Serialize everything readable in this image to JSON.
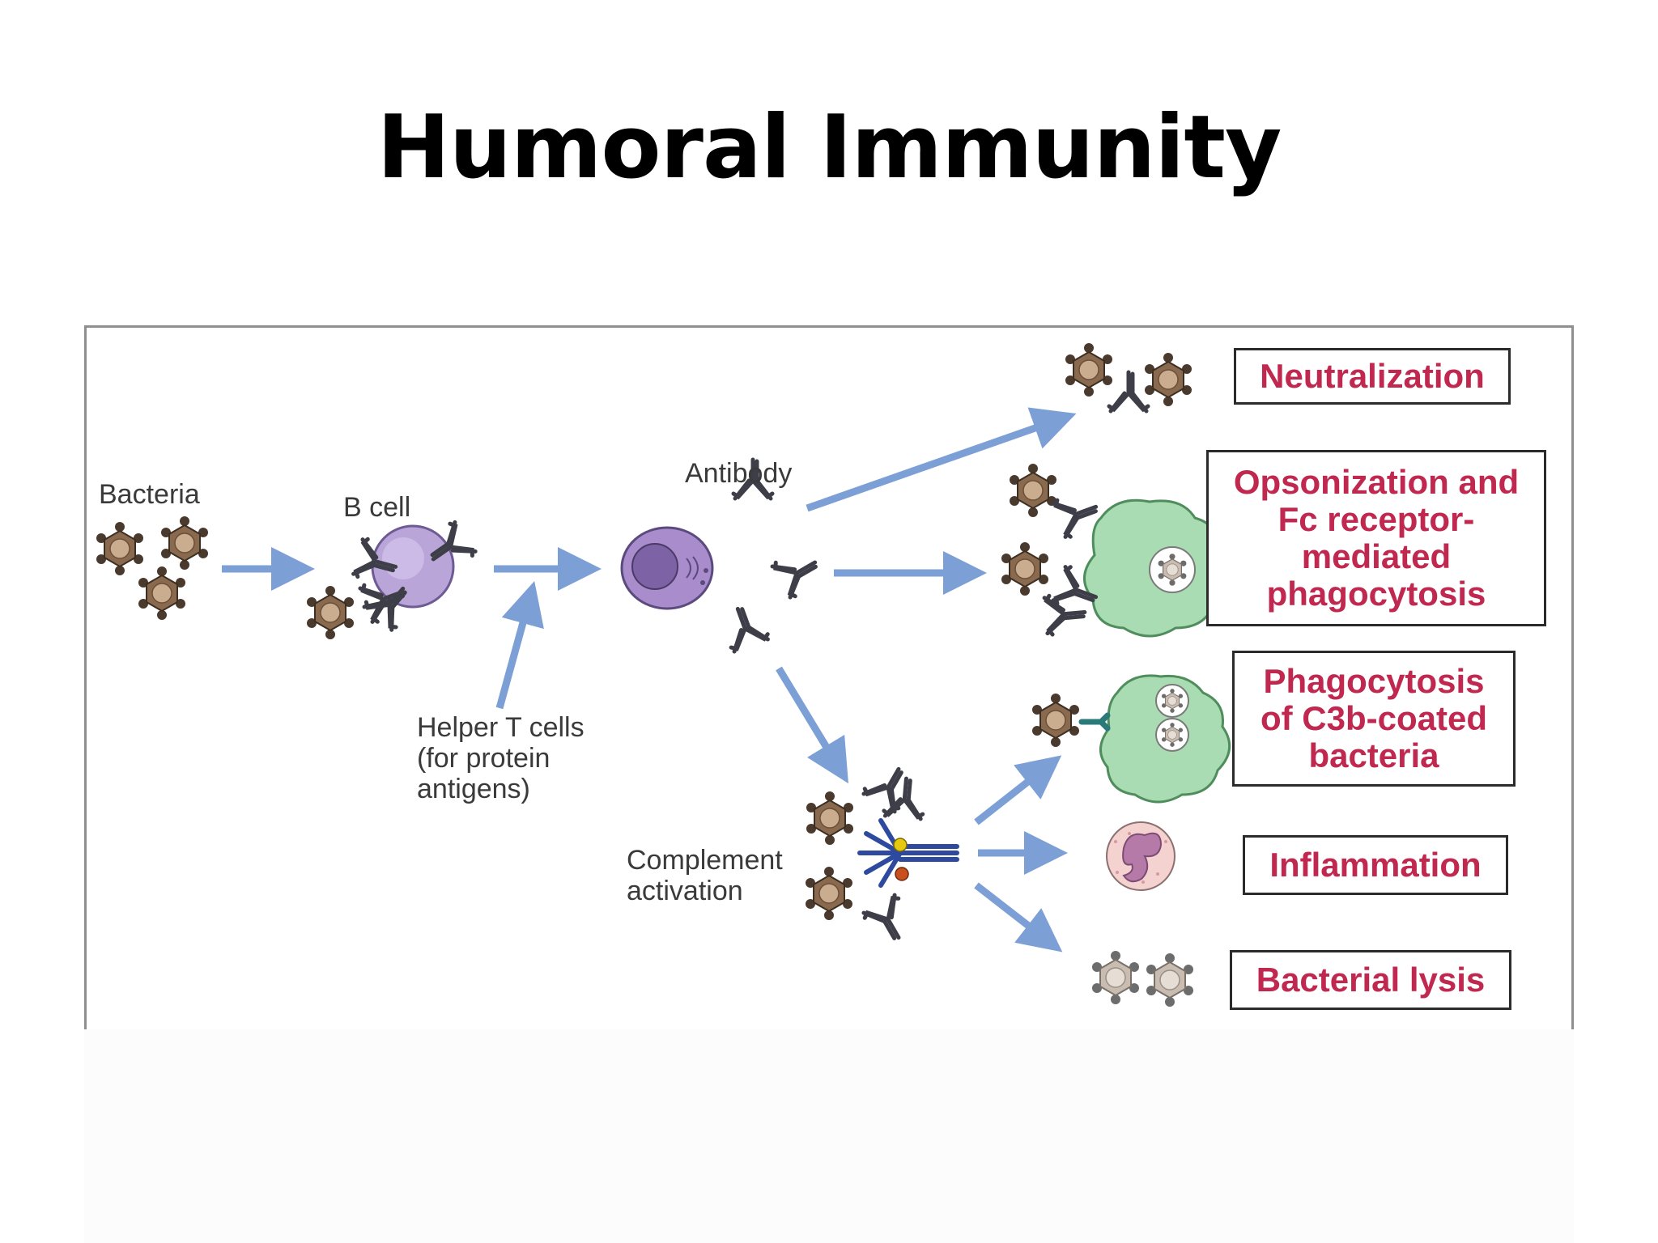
{
  "title": "Humoral Immunity",
  "labels": {
    "bacteria": "Bacteria",
    "b_cell": "B cell",
    "antibody": "Antibody",
    "helper_t": [
      "Helper T cells",
      "(for protein",
      "antigens)"
    ],
    "complement": [
      "Complement",
      "activation"
    ]
  },
  "outcomes": [
    {
      "key": "neutralization",
      "lines": [
        "Neutralization"
      ]
    },
    {
      "key": "opsonization",
      "lines": [
        "Opsonization and",
        "Fc receptor-",
        "mediated",
        "phagocytosis"
      ]
    },
    {
      "key": "phagocytosis-c3b",
      "lines": [
        "Phagocytosis",
        "of C3b-coated",
        "bacteria"
      ]
    },
    {
      "key": "inflammation",
      "lines": [
        "Inflammation"
      ]
    },
    {
      "key": "lysis",
      "lines": [
        "Bacterial lysis"
      ]
    }
  ],
  "colors": {
    "arrow": "#7c9fd6",
    "outcome_text": "#c0284f",
    "bacterium": "#8a6a4f",
    "b_cell": "#b9a5d8",
    "plasma_cell": "#a88ccc",
    "phagocyte": "#a9dcb2",
    "neutrophil": "#f3d2cf",
    "complement": "#2e4a9e"
  }
}
